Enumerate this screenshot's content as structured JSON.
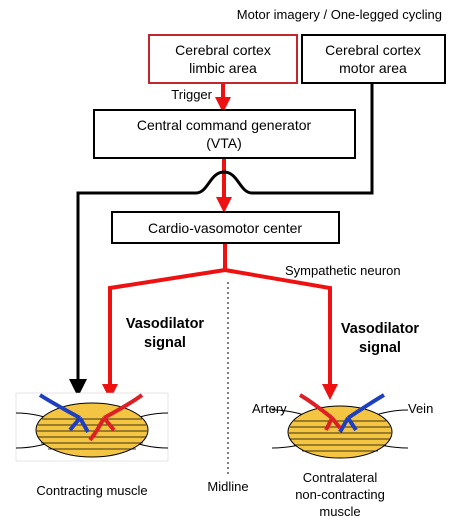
{
  "header": {
    "title": "Motor imagery / One-legged cycling"
  },
  "boxes": {
    "limbic": {
      "line1": "Cerebral  cortex",
      "line2": "limbic area"
    },
    "motor": {
      "line1": "Cerebral  cortex",
      "line2": "motor area"
    },
    "ccg": {
      "line1": "Central command generator",
      "line2": "(VTA)"
    },
    "cvc": {
      "label": "Cardio-vasomotor center"
    }
  },
  "labels": {
    "trigger": "Trigger",
    "sympathetic": "Sympathetic neuron",
    "vaso_left_1": "Vasodilator",
    "vaso_left_2": "signal",
    "vaso_right_1": "Vasodilator",
    "vaso_right_2": "signal",
    "artery": "Artery",
    "vein": "Vein",
    "midline": "Midline",
    "left_muscle": "Contracting muscle",
    "right_muscle_1": "Contralateral",
    "right_muscle_2": "non-contracting",
    "right_muscle_3": "muscle"
  },
  "colors": {
    "red_arrow": "#ee1111",
    "limbic_border": "#c0282d",
    "muscle_fill": "#f4c542",
    "artery": "#dd1f26",
    "vein": "#1e3fbf"
  }
}
